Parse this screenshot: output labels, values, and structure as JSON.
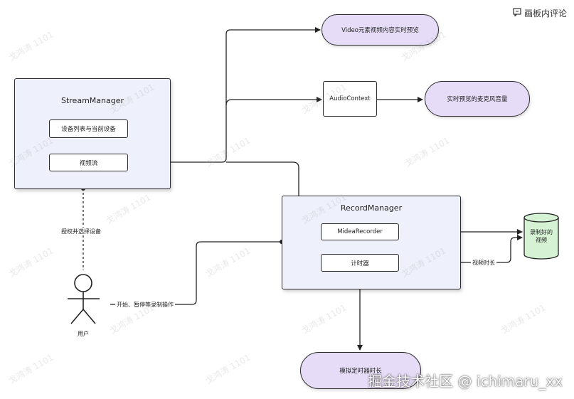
{
  "comment_button": {
    "label": "画板内评论",
    "icon": "comment-icon"
  },
  "stream_manager": {
    "title": "StreamManager",
    "device_box": "设备列表与当前设备",
    "stream_box": "视频流"
  },
  "record_manager": {
    "title": "RecordManager",
    "recorder_box": "MideaRecorder",
    "timer_box": "计时器"
  },
  "nodes": {
    "video_preview": "Video元素视频内容实时预览",
    "audio_context": "AudioContext",
    "mic_volume": "实时预览的麦克风音量",
    "recorded_video": "录制好的\n视频",
    "bottom_pill": "模拟定时器时长"
  },
  "edge_labels": {
    "authorize": "授权并选择设备",
    "operate": "开始、暂停等录制操作",
    "duration": "视频时长"
  },
  "actor": {
    "label": "用户"
  },
  "watermark_text": "戈鸿涛 1101",
  "footer_watermark": "掘金技术社区 @ ichimaru_xx"
}
